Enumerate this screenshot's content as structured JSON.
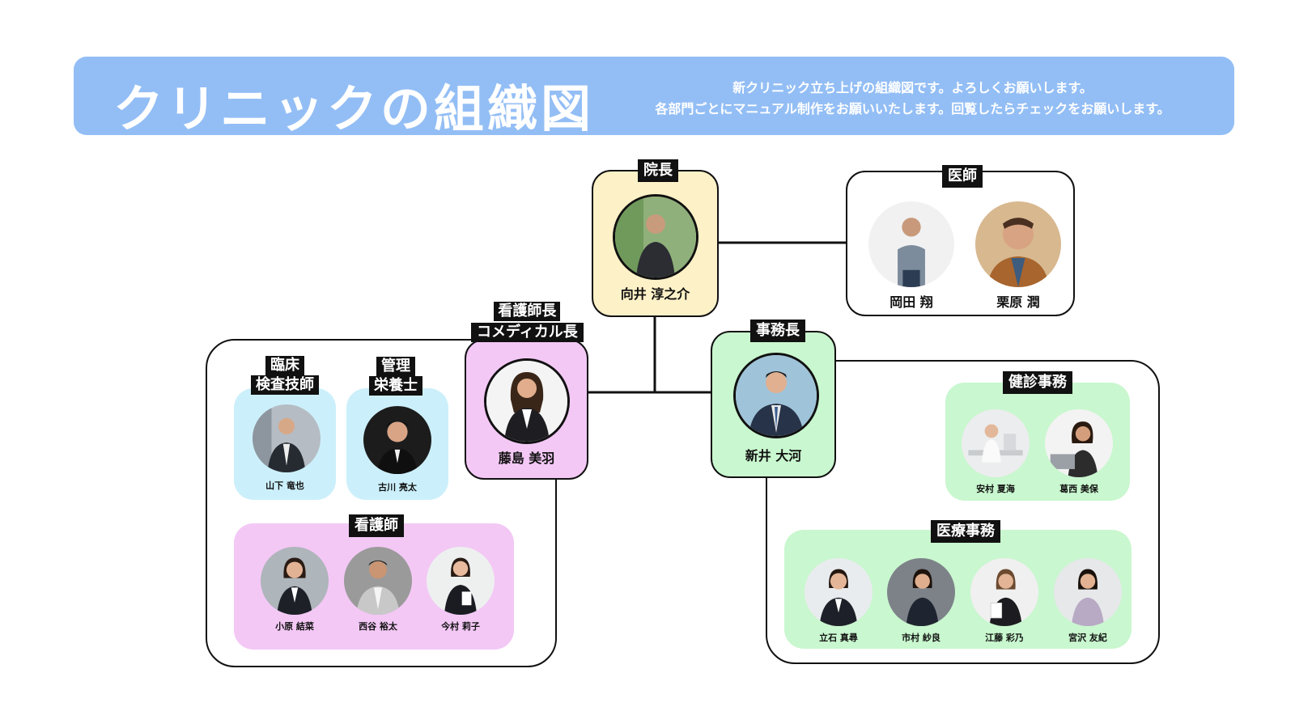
{
  "header": {
    "title": "クリニックの組織図",
    "description_line1": "新クリニック立ち上げの組織図です。よろしくお願いします。",
    "description_line2": "各部門ごとにマニュアル制作をお願いいたします。回覧したらチェックをお願いします。"
  },
  "director": {
    "role": "院長",
    "name": "向井 淳之介"
  },
  "doctors": {
    "role": "医師",
    "members": [
      {
        "name": "岡田 翔"
      },
      {
        "name": "栗原 潤"
      }
    ]
  },
  "head_nurse": {
    "role_line1": "看護師長",
    "role_line2": "コメディカル長",
    "name": "藤島 美羽"
  },
  "office_manager": {
    "role": "事務長",
    "name": "新井 大河"
  },
  "lab_tech": {
    "role_line1": "臨床",
    "role_line2": "検査技師",
    "name": "山下 竜也"
  },
  "dietitian": {
    "role_line1": "管理",
    "role_line2": "栄養士",
    "name": "古川 亮太"
  },
  "nurses": {
    "role": "看護師",
    "members": [
      {
        "name": "小原 結菜"
      },
      {
        "name": "西谷 裕太"
      },
      {
        "name": "今村 莉子"
      }
    ]
  },
  "checkup_office": {
    "role": "健診事務",
    "members": [
      {
        "name": "安村 夏海"
      },
      {
        "name": "葛西 美保"
      }
    ]
  },
  "medical_office": {
    "role": "医療事務",
    "members": [
      {
        "name": "立石 真尋"
      },
      {
        "name": "市村 紗良"
      },
      {
        "name": "江藤 彩乃"
      },
      {
        "name": "宮沢 友紀"
      }
    ]
  },
  "colors": {
    "banner": "#93bef5",
    "director_box": "#fdf1c7",
    "head_nurse_box": "#f3c8f5",
    "office_box": "#c9f7cf",
    "medical_tech_box": "#ccf0fb",
    "nurse_box": "#f3c8f5",
    "office_sub_box": "#c9f7cf"
  }
}
